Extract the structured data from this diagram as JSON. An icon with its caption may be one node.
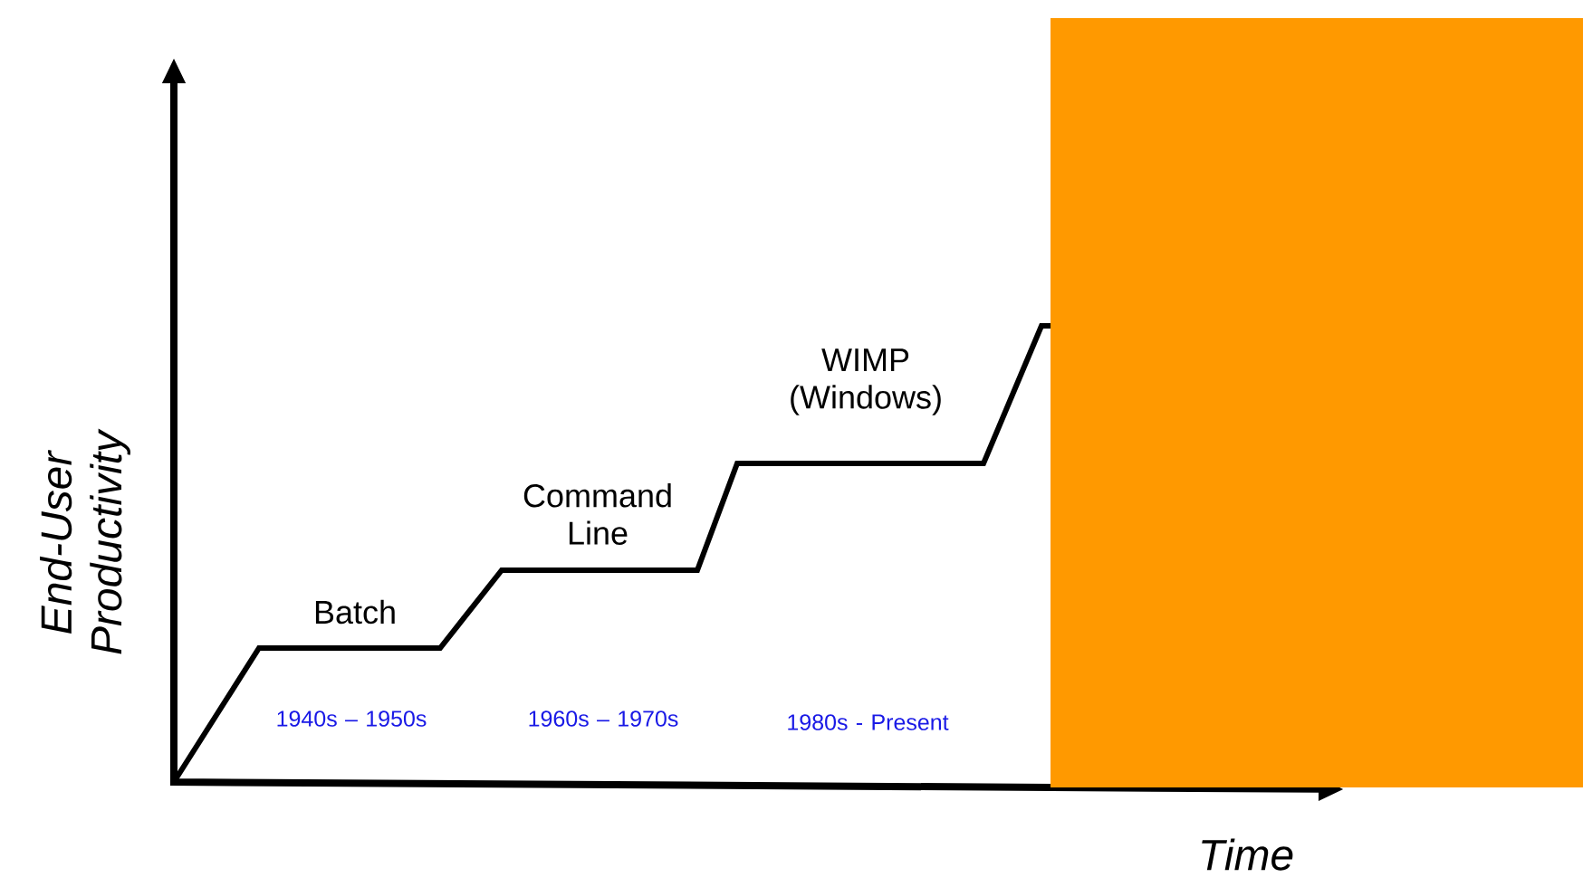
{
  "diagram": {
    "nodes": [
      {
        "text": [],
        "shape": "box"
      }
    ],
    "labels": [
      "WIMP (Windows)",
      "Command Line",
      "Batch",
      "End-User Productivity",
      "1940s – 1950s",
      "1960s – 1970s",
      "1980s - Present",
      "Time"
    ]
  }
}
